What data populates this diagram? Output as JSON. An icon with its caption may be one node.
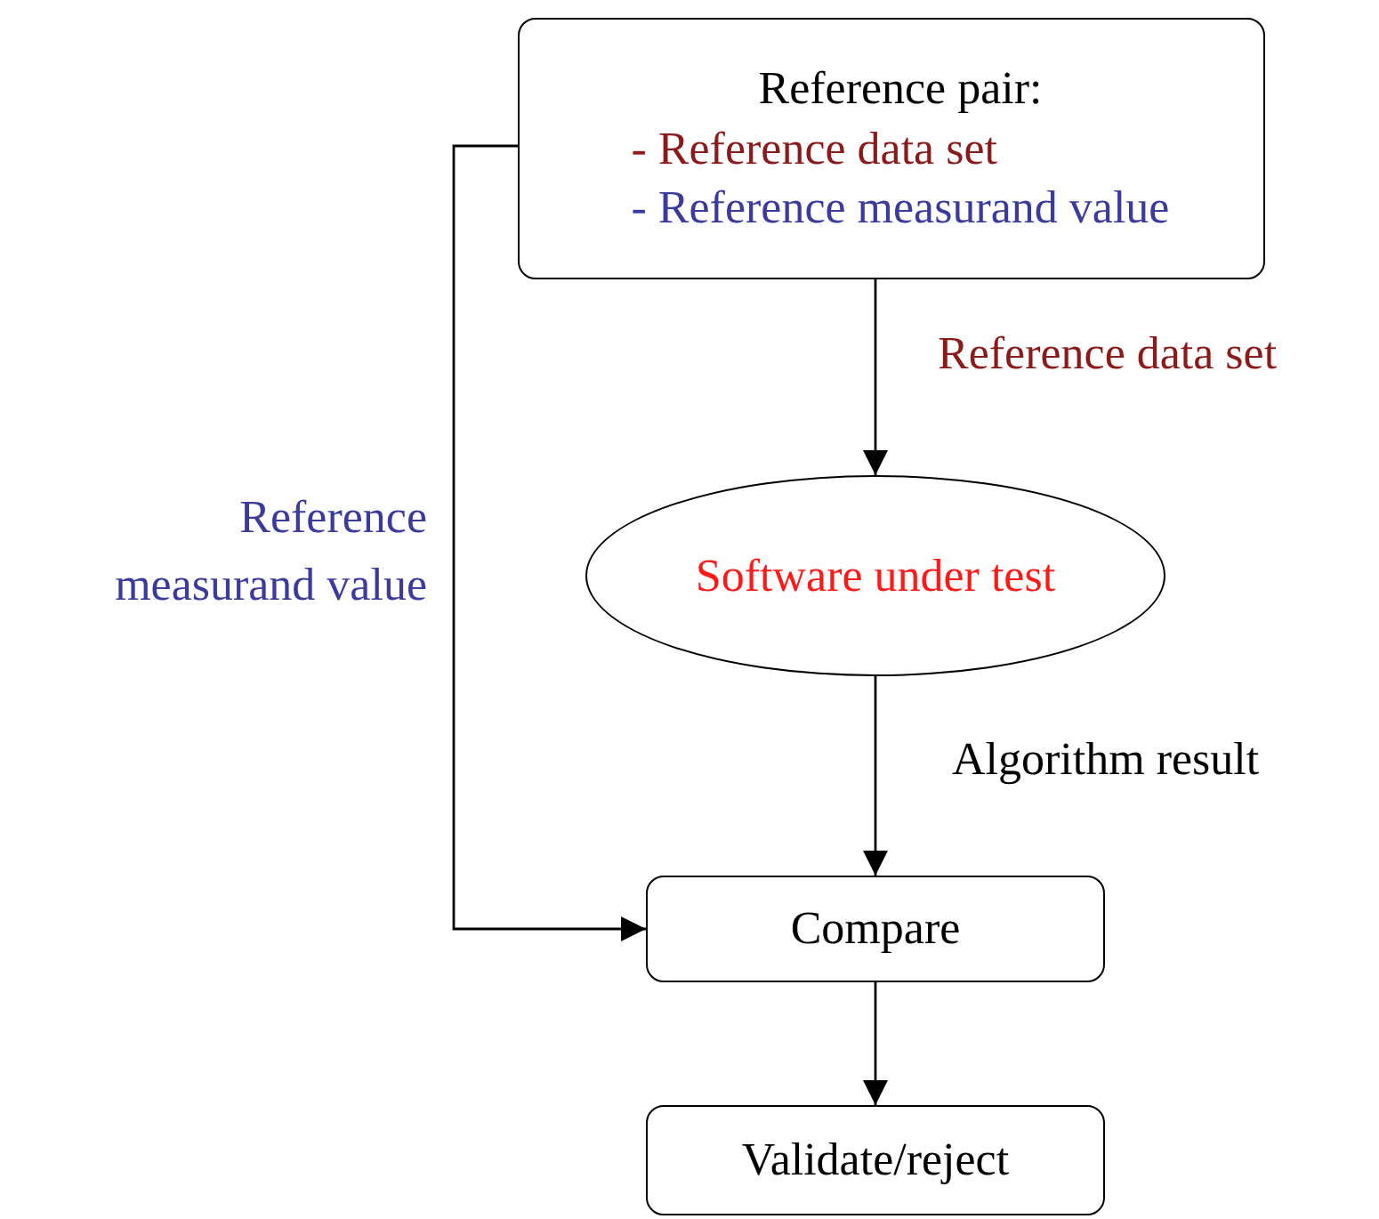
{
  "diagram": {
    "nodes": [
      {
        "text": [
          "Reference pair:",
          "- Reference data set",
          "- Reference measurand value"
        ]
      },
      {
        "text": [
          "Software under test"
        ]
      },
      {
        "text": [
          "Compare"
        ]
      },
      {
        "text": [
          "Validate/reject"
        ]
      }
    ],
    "edges": [
      {
        "from": 0,
        "to": 1,
        "arrow": "to",
        "label": "Reference data set"
      },
      {
        "from": 1,
        "to": 2,
        "arrow": "to",
        "label": "Algorithm result"
      },
      {
        "from": 0,
        "to": 2,
        "arrow": "to",
        "label": "Reference measurand value"
      },
      {
        "from": 2,
        "to": 3,
        "arrow": "to"
      }
    ]
  }
}
